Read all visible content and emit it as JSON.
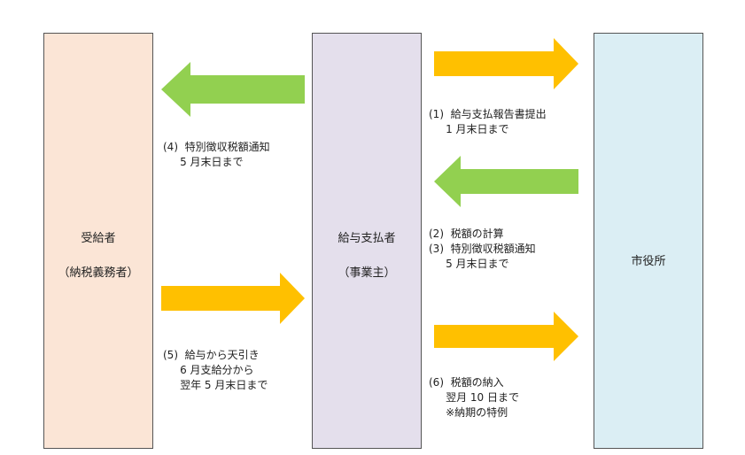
{
  "colors": {
    "recipient_fill": "#fbe5d6",
    "employer_fill": "#e4dfec",
    "city_fill": "#dbeef4",
    "arrow_green": "#92d050",
    "arrow_orange": "#ffc000"
  },
  "boxes": {
    "recipient": {
      "line1": "受給者",
      "line2": "（納税義務者）"
    },
    "employer": {
      "line1": "給与支払者",
      "line2": "（事業主）"
    },
    "city": {
      "line1": "市役所"
    }
  },
  "steps": {
    "s1": {
      "line1": "(1)  給与支払報告書提出",
      "line2": "     1 月末日まで"
    },
    "s2": {
      "line1": "(2)  税額の計算"
    },
    "s3": {
      "line1": "(3)  特別徴収税額通知",
      "line2": "     5 月末日まで"
    },
    "s4": {
      "line1": "(4)  特別徴収税額通知",
      "line2": "     5 月末日まで"
    },
    "s5": {
      "line1": "(5)  給与から天引き",
      "line2": "     6 月支給分から",
      "line3": "     翌年 5 月末日まで"
    },
    "s6": {
      "line1": "(6)  税額の納入",
      "line2": "     翌月 10 日まで",
      "line3": "     ※納期の特例"
    }
  }
}
